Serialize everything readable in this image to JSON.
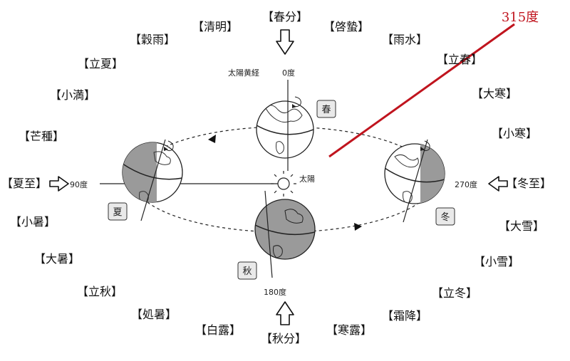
{
  "solar_terms": [
    {
      "key": "shunbun",
      "label": "【春分】"
    },
    {
      "key": "seimei",
      "label": "【清明】"
    },
    {
      "key": "keichitsu",
      "label": "【啓蟄】"
    },
    {
      "key": "koku",
      "label": "【穀雨】"
    },
    {
      "key": "usui",
      "label": "【雨水】"
    },
    {
      "key": "rikka",
      "label": "【立夏】"
    },
    {
      "key": "risshun",
      "label": "【立春】"
    },
    {
      "key": "shoman",
      "label": "【小満】"
    },
    {
      "key": "daikan",
      "label": "【大寒】"
    },
    {
      "key": "boshu",
      "label": "【芒種】"
    },
    {
      "key": "shokan",
      "label": "【小寒】"
    },
    {
      "key": "geshi",
      "label": "【夏至】"
    },
    {
      "key": "toji",
      "label": "【冬至】"
    },
    {
      "key": "shosho",
      "label": "【小暑】"
    },
    {
      "key": "taisetsu",
      "label": "【大雪】"
    },
    {
      "key": "taisho",
      "label": "【大暑】"
    },
    {
      "key": "shosetsu",
      "label": "【小雪】"
    },
    {
      "key": "risshu",
      "label": "【立秋】"
    },
    {
      "key": "ritto",
      "label": "【立冬】"
    },
    {
      "key": "shosho2",
      "label": "【処暑】"
    },
    {
      "key": "soko",
      "label": "【霜降】"
    },
    {
      "key": "hakuro",
      "label": "【白露】"
    },
    {
      "key": "kanro",
      "label": "【寒露】"
    },
    {
      "key": "shubun",
      "label": "【秋分】"
    }
  ],
  "labels": {
    "ecliptic_longitude": "太陽黄経",
    "deg_0": "0度",
    "deg_90": "90度",
    "deg_180": "180度",
    "deg_270": "270度",
    "sun": "太陽",
    "annotation_315": "315度"
  },
  "seasons": {
    "spring": "春",
    "summer": "夏",
    "autumn": "秋",
    "winter": "冬"
  },
  "colors": {
    "annotation": "#c0141e",
    "night_side": "#9a9a9a",
    "orbit": "#222222"
  }
}
